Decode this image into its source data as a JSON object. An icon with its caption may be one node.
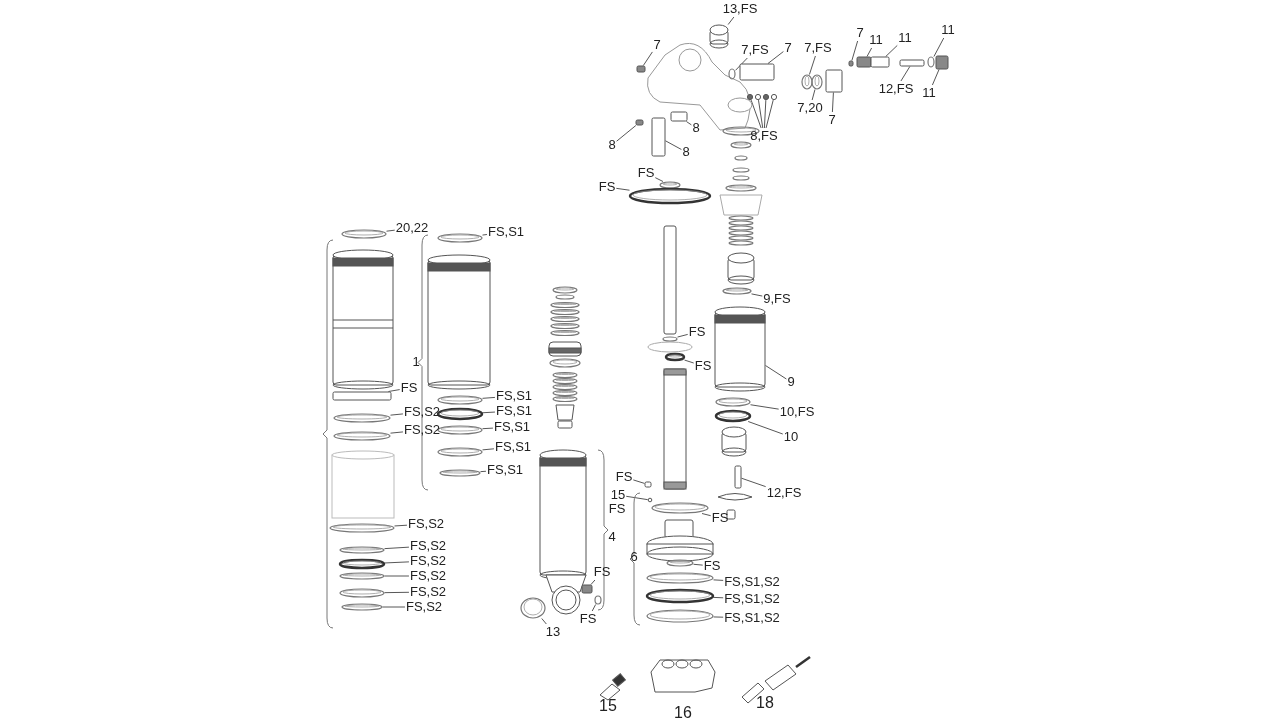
{
  "diagram": {
    "nodes": [
      {
        "text": [
          "13,FS"
        ]
      },
      {
        "text": [
          "7"
        ]
      },
      {
        "text": [
          "7,FS"
        ]
      },
      {
        "text": [
          "7"
        ]
      },
      {
        "text": [
          "7,FS"
        ]
      },
      {
        "text": [
          "7"
        ]
      },
      {
        "text": [
          "11"
        ]
      },
      {
        "text": [
          "11"
        ]
      },
      {
        "text": [
          "11"
        ]
      },
      {
        "text": [
          "12,FS"
        ]
      },
      {
        "text": [
          "11"
        ]
      },
      {
        "text": [
          "7,20"
        ]
      },
      {
        "text": [
          "7"
        ]
      },
      {
        "text": [
          "8,FS"
        ]
      },
      {
        "text": [
          "8"
        ]
      },
      {
        "text": [
          "8"
        ]
      },
      {
        "text": [
          "8"
        ]
      },
      {
        "text": [
          "FS"
        ]
      },
      {
        "text": [
          "FS"
        ]
      },
      {
        "text": [
          "20,22"
        ]
      },
      {
        "text": [
          "FS,S1"
        ]
      },
      {
        "text": [
          "FS"
        ]
      },
      {
        "text": [
          "FS,S2"
        ]
      },
      {
        "text": [
          "FS,S2"
        ]
      },
      {
        "text": [
          "FS,S1"
        ]
      },
      {
        "text": [
          "FS,S1"
        ]
      },
      {
        "text": [
          "FS,S1"
        ]
      },
      {
        "text": [
          "FS,S1"
        ]
      },
      {
        "text": [
          "FS,S1"
        ]
      },
      {
        "text": [
          "9,FS"
        ]
      },
      {
        "text": [
          "FS"
        ]
      },
      {
        "text": [
          "FS"
        ]
      },
      {
        "text": [
          "9"
        ]
      },
      {
        "text": [
          "10,FS"
        ]
      },
      {
        "text": [
          "10"
        ]
      },
      {
        "text": [
          "12,FS"
        ]
      },
      {
        "text": [
          "FS"
        ]
      },
      {
        "text": [
          "15"
        ]
      },
      {
        "text": [
          "FS"
        ]
      },
      {
        "text": [
          "FS"
        ]
      },
      {
        "text": [
          "FS,S1,S2"
        ]
      },
      {
        "text": [
          "FS,S1,S2"
        ]
      },
      {
        "text": [
          "FS,S1,S2"
        ]
      },
      {
        "text": [
          "FS,S2"
        ]
      },
      {
        "text": [
          "FS,S2"
        ]
      },
      {
        "text": [
          "FS,S2"
        ]
      },
      {
        "text": [
          "FS,S2"
        ]
      },
      {
        "text": [
          "FS,S2"
        ]
      },
      {
        "text": [
          "FS,S2"
        ]
      },
      {
        "text": [
          "FS"
        ]
      },
      {
        "text": [
          "FS"
        ]
      },
      {
        "text": [
          "13"
        ]
      },
      {
        "text": [],
        "shape": "cylinder"
      },
      {
        "text": [],
        "shape": "box"
      },
      {
        "text": [],
        "shape": "circle"
      },
      {
        "text": [],
        "shape": "box"
      },
      {
        "text": [],
        "shape": "circle"
      },
      {
        "text": [],
        "shape": "box"
      },
      {
        "text": [],
        "shape": "box"
      },
      {
        "text": [],
        "shape": "box"
      },
      {
        "text": [],
        "shape": "circle"
      },
      {
        "text": [],
        "shape": "box"
      },
      {
        "text": [],
        "shape": "box"
      },
      {
        "text": [],
        "shape": "circle"
      },
      {
        "text": [],
        "shape": "box"
      },
      {
        "text": [],
        "shape": "circle"
      },
      {
        "text": [],
        "shape": "circle"
      },
      {
        "text": [],
        "shape": "circle"
      },
      {
        "text": [],
        "shape": "circle"
      },
      {
        "text": [],
        "shape": "box"
      },
      {
        "text": [],
        "shape": "box"
      },
      {
        "text": [],
        "shape": "box"
      },
      {
        "text": [],
        "shape": "circle"
      },
      {
        "text": [],
        "shape": "circle"
      },
      {
        "text": [],
        "shape": "circle"
      },
      {
        "text": [],
        "shape": "circle"
      },
      {
        "text": [],
        "shape": "box"
      },
      {
        "text": [],
        "shape": "circle"
      },
      {
        "text": [],
        "shape": "circle"
      },
      {
        "text": [],
        "shape": "circle"
      },
      {
        "text": [],
        "shape": "circle"
      },
      {
        "text": [],
        "shape": "circle"
      },
      {
        "text": [],
        "shape": "circle"
      },
      {
        "text": [],
        "shape": "circle"
      },
      {
        "text": [],
        "shape": "circle"
      },
      {
        "text": [],
        "shape": "circle"
      },
      {
        "text": [],
        "shape": "circle"
      },
      {
        "text": [],
        "shape": "cylinder"
      },
      {
        "text": [],
        "shape": "circle"
      },
      {
        "text": [],
        "shape": "circle"
      },
      {
        "text": [],
        "shape": "box"
      },
      {
        "text": [],
        "shape": "box"
      },
      {
        "text": [],
        "shape": "circle"
      },
      {
        "text": [],
        "shape": "circle"
      },
      {
        "text": [],
        "shape": "circle"
      },
      {
        "text": [],
        "shape": "circle"
      },
      {
        "text": [],
        "shape": "circle"
      },
      {
        "text": [],
        "shape": "circle"
      },
      {
        "text": [],
        "shape": "circle"
      },
      {
        "text": [],
        "shape": "circle"
      },
      {
        "text": [],
        "shape": "circle"
      },
      {
        "text": [],
        "shape": "circle"
      },
      {
        "text": [],
        "shape": "circle"
      },
      {
        "text": [],
        "shape": "circle"
      },
      {
        "text": [],
        "shape": "box"
      },
      {
        "text": [],
        "shape": "circle"
      },
      {
        "text": [],
        "shape": "circle"
      }
    ],
    "edges": [
      {
        "from": 0,
        "to": 52,
        "arrow": "none"
      },
      {
        "from": 1,
        "to": 53,
        "arrow": "none"
      },
      {
        "from": 2,
        "to": 54,
        "arrow": "none"
      },
      {
        "from": 3,
        "to": 55,
        "arrow": "none"
      },
      {
        "from": 4,
        "to": 56,
        "arrow": "none"
      },
      {
        "from": 5,
        "to": 57,
        "arrow": "none"
      },
      {
        "from": 6,
        "to": 58,
        "arrow": "none"
      },
      {
        "from": 7,
        "to": 59,
        "arrow": "none"
      },
      {
        "from": 8,
        "to": 60,
        "arrow": "none"
      },
      {
        "from": 9,
        "to": 61,
        "arrow": "none"
      },
      {
        "from": 10,
        "to": 62,
        "arrow": "none"
      },
      {
        "from": 11,
        "to": 63,
        "arrow": "none"
      },
      {
        "from": 12,
        "to": 64,
        "arrow": "none"
      },
      {
        "from": 13,
        "to": 65,
        "arrow": "none"
      },
      {
        "from": 13,
        "to": 66,
        "arrow": "none"
      },
      {
        "from": 13,
        "to": 67,
        "arrow": "none"
      },
      {
        "from": 13,
        "to": 68,
        "arrow": "none"
      },
      {
        "from": 14,
        "to": 69,
        "arrow": "none"
      },
      {
        "from": 15,
        "to": 70,
        "arrow": "none"
      },
      {
        "from": 16,
        "to": 71,
        "arrow": "none"
      },
      {
        "from": 17,
        "to": 72,
        "arrow": "none"
      },
      {
        "from": 18,
        "to": 73,
        "arrow": "none"
      },
      {
        "from": 19,
        "to": 74,
        "arrow": "none"
      },
      {
        "from": 20,
        "to": 75,
        "arrow": "none"
      },
      {
        "from": 21,
        "to": 76,
        "arrow": "none"
      },
      {
        "from": 22,
        "to": 77,
        "arrow": "none"
      },
      {
        "from": 23,
        "to": 78,
        "arrow": "none"
      },
      {
        "from": 24,
        "to": 79,
        "arrow": "none"
      },
      {
        "from": 25,
        "to": 80,
        "arrow": "none"
      },
      {
        "from": 26,
        "to": 81,
        "arrow": "none"
      },
      {
        "from": 27,
        "to": 82,
        "arrow": "none"
      },
      {
        "from": 28,
        "to": 83,
        "arrow": "none"
      },
      {
        "from": 29,
        "to": 84,
        "arrow": "none"
      },
      {
        "from": 30,
        "to": 85,
        "arrow": "none"
      },
      {
        "from": 31,
        "to": 86,
        "arrow": "none"
      },
      {
        "from": 32,
        "to": 87,
        "arrow": "none"
      },
      {
        "from": 33,
        "to": 88,
        "arrow": "none"
      },
      {
        "from": 34,
        "to": 89,
        "arrow": "none"
      },
      {
        "from": 35,
        "to": 90,
        "arrow": "none"
      },
      {
        "from": 36,
        "to": 91,
        "arrow": "none"
      },
      {
        "from": 37,
        "to": 92,
        "arrow": "none"
      },
      {
        "from": 38,
        "to": 93,
        "arrow": "none"
      },
      {
        "from": 39,
        "to": 94,
        "arrow": "none"
      },
      {
        "from": 40,
        "to": 95,
        "arrow": "none"
      },
      {
        "from": 41,
        "to": 96,
        "arrow": "none"
      },
      {
        "from": 42,
        "to": 97,
        "arrow": "none"
      },
      {
        "from": 43,
        "to": 98,
        "arrow": "none"
      },
      {
        "from": 44,
        "to": 99,
        "arrow": "none"
      },
      {
        "from": 45,
        "to": 100,
        "arrow": "none"
      },
      {
        "from": 46,
        "to": 101,
        "arrow": "none"
      },
      {
        "from": 47,
        "to": 102,
        "arrow": "none"
      },
      {
        "from": 48,
        "to": 103,
        "arrow": "none"
      },
      {
        "from": 49,
        "to": 104,
        "arrow": "none"
      },
      {
        "from": 50,
        "to": 105,
        "arrow": "none"
      },
      {
        "from": 51,
        "to": 106,
        "arrow": "none"
      }
    ],
    "labels": [
      "1",
      "4",
      "6",
      "FS",
      "15",
      "16",
      "18"
    ]
  }
}
